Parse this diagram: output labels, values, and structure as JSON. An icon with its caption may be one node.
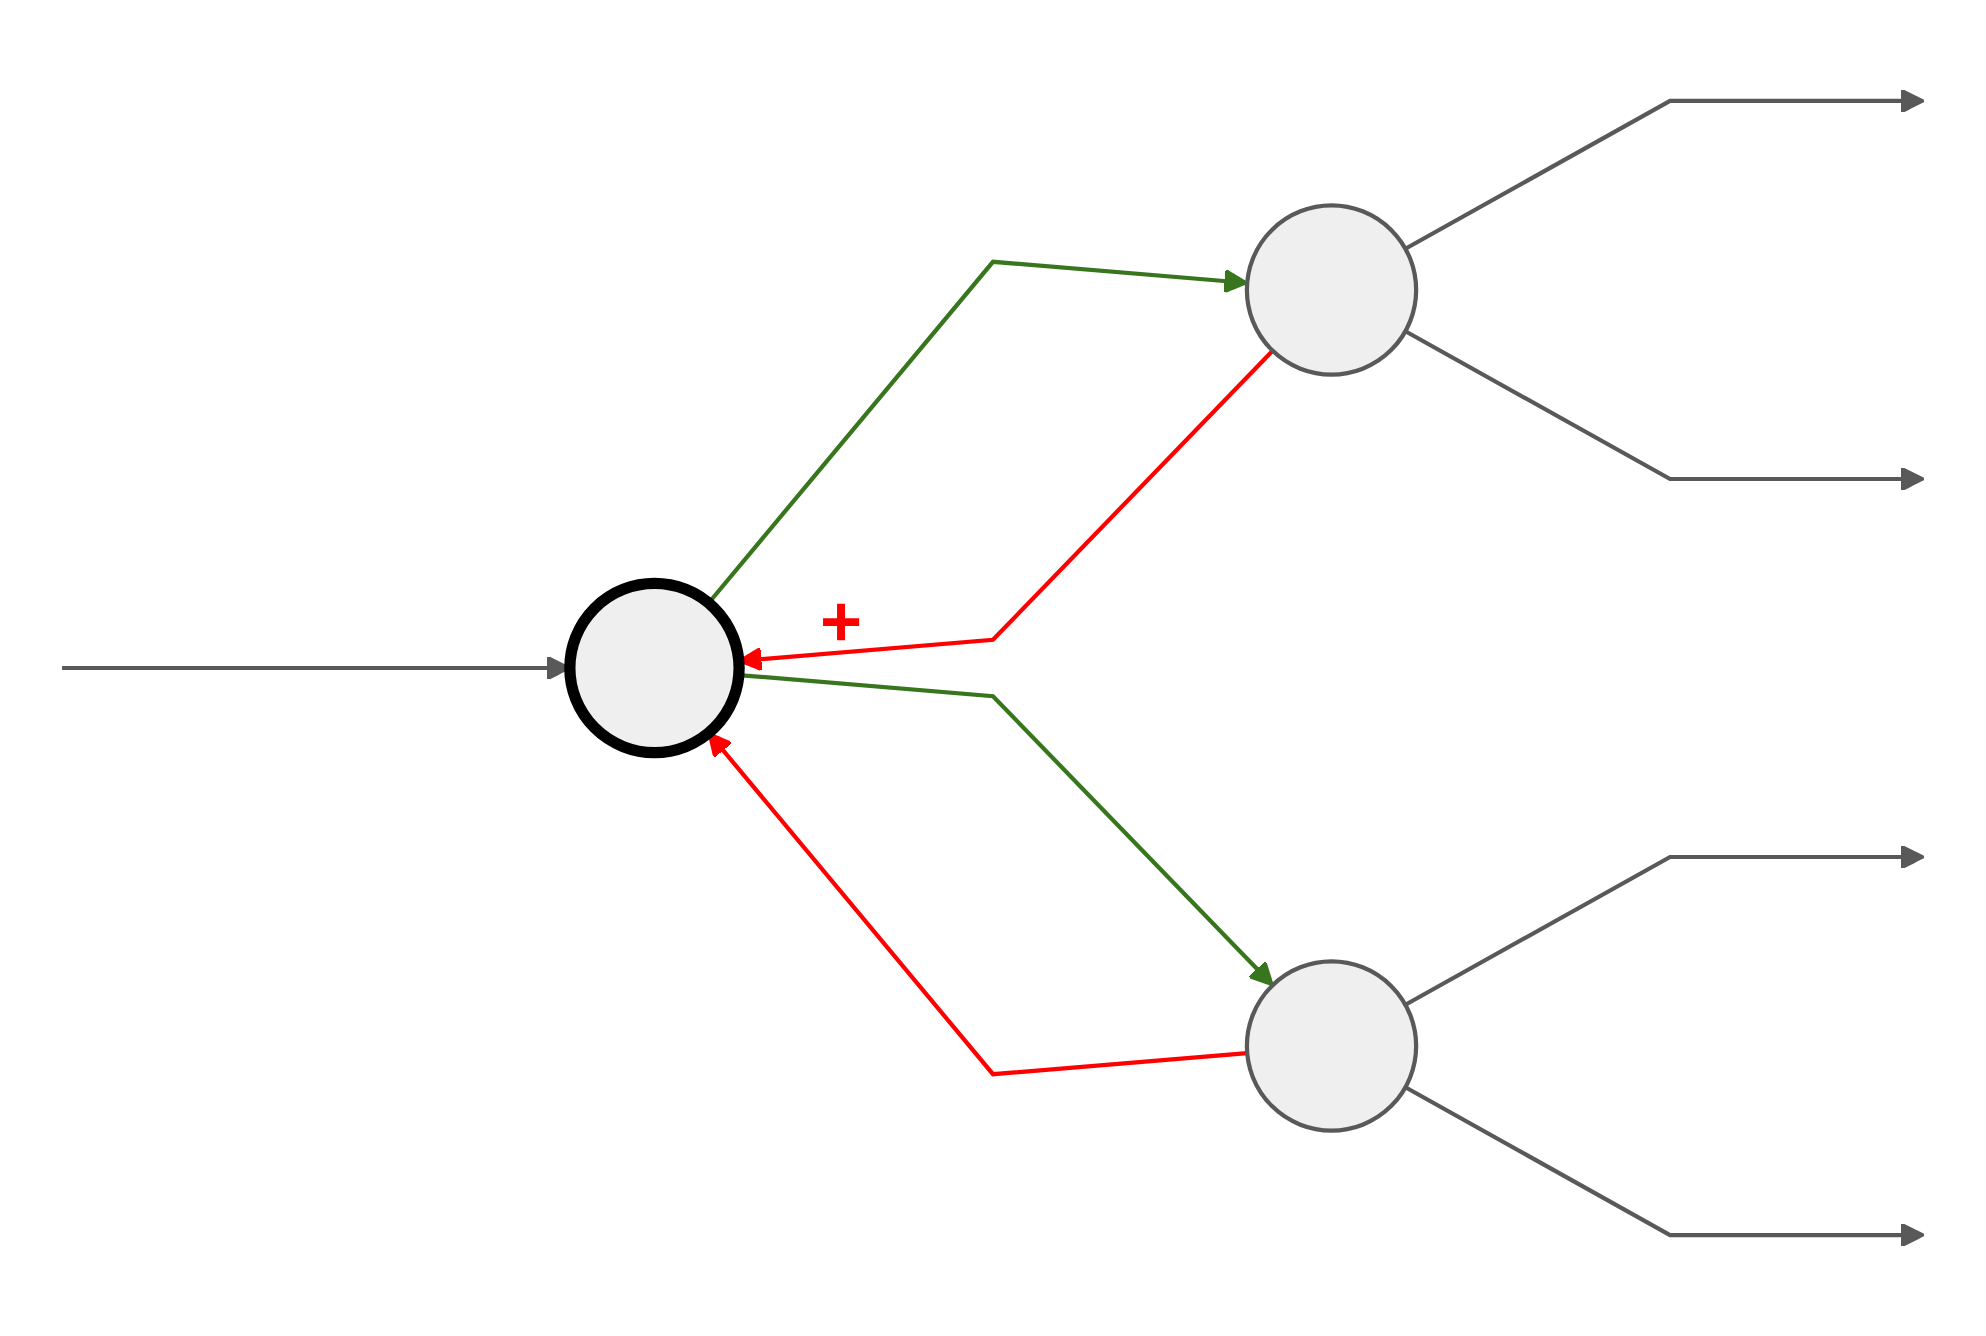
{
  "diagram": {
    "nodes": [
      {
        "text": [],
        "shape": "circle"
      },
      {
        "text": [],
        "shape": "circle"
      },
      {
        "text": [],
        "shape": "circle"
      }
    ],
    "edges": [
      {
        "from": null,
        "to": 0,
        "arrow": "to"
      },
      {
        "from": 0,
        "to": 1,
        "arrow": "to",
        "color": "#38761d"
      },
      {
        "from": 1,
        "to": 0,
        "arrow": "to",
        "color": "#ff0000"
      },
      {
        "from": 0,
        "to": 2,
        "arrow": "to",
        "color": "#38761d"
      },
      {
        "from": 2,
        "to": 0,
        "arrow": "to",
        "color": "#ff0000"
      },
      {
        "from": 1,
        "to": null,
        "arrow": "to"
      },
      {
        "from": 1,
        "to": null,
        "arrow": "to"
      },
      {
        "from": 2,
        "to": null,
        "arrow": "to"
      },
      {
        "from": 2,
        "to": null,
        "arrow": "to"
      }
    ],
    "labels": [
      "+"
    ]
  }
}
